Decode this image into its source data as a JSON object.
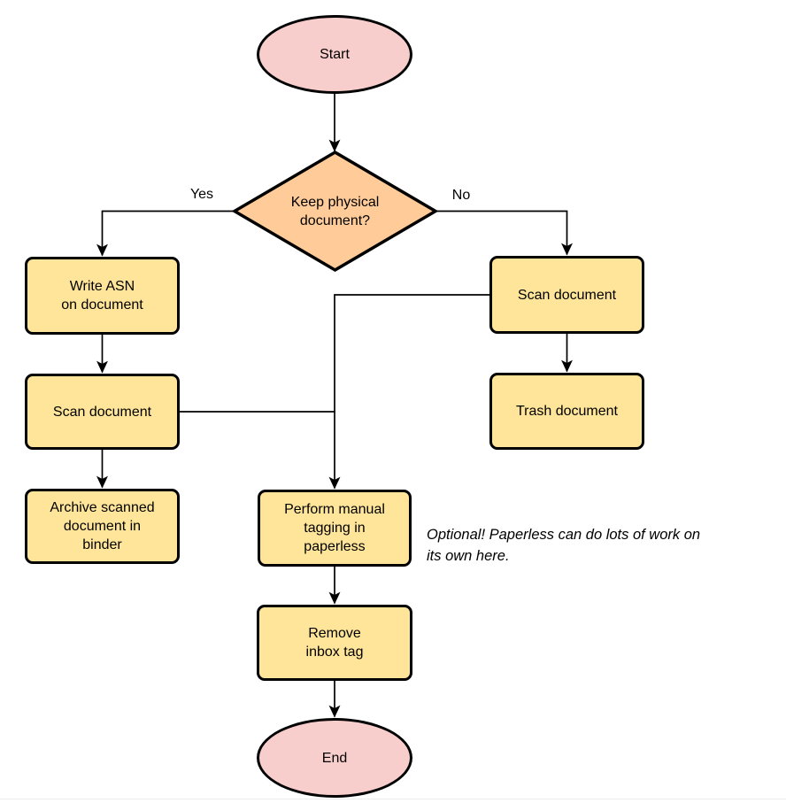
{
  "diagram": {
    "colors": {
      "terminal_fill": "#f8cecc",
      "decision_fill": "#ffcc99",
      "process_fill": "#ffe599",
      "stroke": "#000000",
      "text": "#000000",
      "divider": "#ededed"
    },
    "nodes": {
      "start": {
        "type": "terminal",
        "label": "Start"
      },
      "decision": {
        "type": "decision",
        "label": "Keep physical\ndocument?"
      },
      "write_asn": {
        "type": "process",
        "label": "Write ASN\non document"
      },
      "scan_left": {
        "type": "process",
        "label": "Scan document"
      },
      "archive": {
        "type": "process",
        "label": "Archive scanned\ndocument in\nbinder"
      },
      "scan_right": {
        "type": "process",
        "label": "Scan document"
      },
      "trash": {
        "type": "process",
        "label": "Trash document"
      },
      "tagging": {
        "type": "process",
        "label": "Perform manual\ntagging in\npaperless"
      },
      "remove_inbox": {
        "type": "process",
        "label": "Remove\ninbox tag"
      },
      "end": {
        "type": "terminal",
        "label": "End"
      }
    },
    "edge_labels": {
      "yes": "Yes",
      "no": "No"
    },
    "note": "Optional! Paperless can do lots of work on\nits own here."
  }
}
